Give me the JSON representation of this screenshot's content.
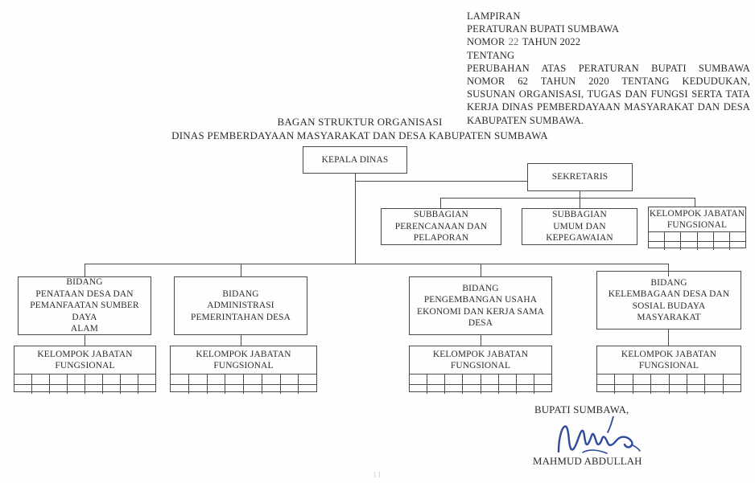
{
  "document": {
    "header": {
      "line1": "LAMPIRAN",
      "line2": "PERATURAN BUPATI SUMBAWA",
      "nomor_prefix": "NOMOR",
      "nomor_value": "22",
      "nomor_suffix": "TAHUN 2022",
      "line4": "TENTANG",
      "body": "PERUBAHAN ATAS PERATURAN BUPATI SUMBAWA NOMOR 62 TAHUN 2020 TENTANG KEDUDUKAN, SUSUNAN ORGANISASI, TUGAS DAN FUNGSI SERTA TATA KERJA DINAS PEMBERDAYAAN MASYARAKAT DAN DESA KABUPATEN SUMBAWA."
    },
    "title": {
      "line1": "BAGAN STRUKTUR ORGANISASI",
      "line2": "DINAS PEMBERDAYAAN MASYARAKAT DAN DESA KABUPATEN SUMBAWA"
    },
    "footer_page_mark": "11"
  },
  "org_chart": {
    "head": {
      "label": "KEPALA DINAS"
    },
    "secretary": {
      "label": "SEKRETARIS"
    },
    "secretary_children": [
      {
        "label": "SUBBAGIAN\nPERENCANAAN DAN\nPELAPORAN"
      },
      {
        "label": "SUBBAGIAN\nUMUM DAN\nKEPEGAWAIAN"
      }
    ],
    "secretary_functional": {
      "label": "KELOMPOK JABATAN\nFUNGSIONAL",
      "grid_columns": 6,
      "grid_rows": 2
    },
    "divisions": [
      {
        "label": "BIDANG\nPENATAAN DESA DAN\nPEMANFAATAN SUMBER DAYA\nALAM",
        "functional": {
          "label": "KELOMPOK JABATAN\nFUNGSIONAL",
          "grid_columns": 8,
          "grid_rows": 2
        }
      },
      {
        "label": "BIDANG\nADMINISTRASI\nPEMERINTAHAN DESA",
        "functional": {
          "label": "KELOMPOK JABATAN\nFUNGSIONAL",
          "grid_columns": 8,
          "grid_rows": 2
        }
      },
      {
        "label": "BIDANG\nPENGEMBANGAN USAHA\nEKONOMI DAN KERJA SAMA\nDESA",
        "functional": {
          "label": "KELOMPOK JABATAN\nFUNGSIONAL",
          "grid_columns": 8,
          "grid_rows": 2
        }
      },
      {
        "label": "BIDANG\nKELEMBAGAAN DESA DAN\nSOSIAL BUDAYA\nMASYARAKAT",
        "functional": {
          "label": "KELOMPOK JABATAN\nFUNGSIONAL",
          "grid_columns": 8,
          "grid_rows": 2
        }
      }
    ]
  },
  "signature": {
    "title": "BUPATI SUMBAWA,",
    "name": "MAHMUD ABDULLAH",
    "ink_color": "#2d4b9c"
  },
  "colors": {
    "page_background": "#fefefe",
    "text": "#2b2b2b",
    "line": "#4a4a4a",
    "signature_ink": "#2d4b9c"
  }
}
